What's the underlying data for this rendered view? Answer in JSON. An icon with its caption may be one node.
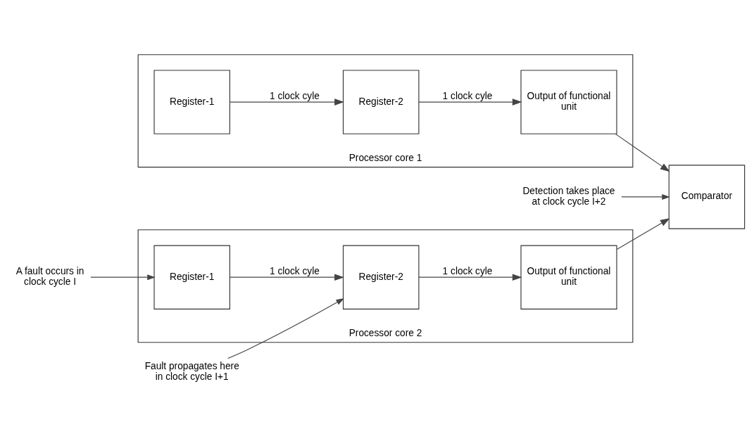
{
  "diagram": {
    "nodes": [
      {
        "text": [
          "Processor core 1"
        ]
      },
      {
        "text": [
          "Register-1"
        ],
        "in": 0
      },
      {
        "text": [
          "Register-2"
        ],
        "in": 0
      },
      {
        "text": [
          "Output of functional unit"
        ],
        "in": 0
      },
      {
        "text": [
          "Comparator"
        ]
      },
      {
        "text": [
          "Detection takes place at clock cycle I+2"
        ]
      },
      {
        "text": [
          "A fault occurs in clock cycle I"
        ]
      },
      {
        "text": [
          "Fault propagates here in clock cycle I+1"
        ]
      },
      {
        "text": [
          "Processor core 2"
        ]
      },
      {
        "text": [
          "Register-1"
        ],
        "in": 8
      },
      {
        "text": [
          "Register-2"
        ],
        "in": 8
      },
      {
        "text": [
          "Output of functional unit"
        ],
        "in": 8
      }
    ],
    "edges": [
      {
        "from": 1,
        "to": 2,
        "arrow": "to",
        "label": "1 clock cyle"
      },
      {
        "from": 2,
        "to": 3,
        "arrow": "to",
        "label": "1 clock cyle"
      },
      {
        "from": 3,
        "to": 4,
        "arrow": "to"
      },
      {
        "from": 5,
        "to": 4,
        "arrow": "to"
      },
      {
        "from": 6,
        "to": 9,
        "arrow": "to"
      },
      {
        "from": 7,
        "to": 10,
        "arrow": "to"
      },
      {
        "from": 9,
        "to": 10,
        "arrow": "to",
        "label": "1 clock cyle"
      },
      {
        "from": 10,
        "to": 11,
        "arrow": "to",
        "label": "1 clock cyle"
      },
      {
        "from": 11,
        "to": 4,
        "arrow": "to"
      }
    ]
  }
}
